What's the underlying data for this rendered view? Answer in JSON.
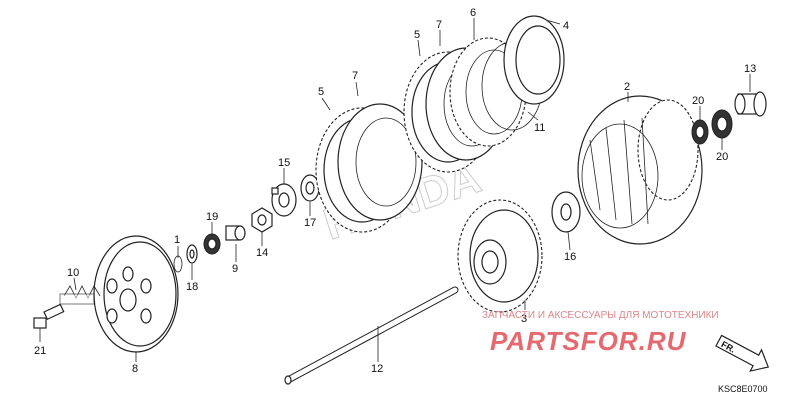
{
  "diagram": {
    "callouts": [
      {
        "id": "c1",
        "text": "1"
      },
      {
        "id": "c2",
        "text": "2"
      },
      {
        "id": "c3",
        "text": "3"
      },
      {
        "id": "c4",
        "text": "4"
      },
      {
        "id": "c5a",
        "text": "5"
      },
      {
        "id": "c5b",
        "text": "5"
      },
      {
        "id": "c6",
        "text": "6"
      },
      {
        "id": "c7a",
        "text": "7"
      },
      {
        "id": "c7b",
        "text": "7"
      },
      {
        "id": "c8",
        "text": "8"
      },
      {
        "id": "c9",
        "text": "9"
      },
      {
        "id": "c10",
        "text": "10"
      },
      {
        "id": "c11",
        "text": "11"
      },
      {
        "id": "c12",
        "text": "12"
      },
      {
        "id": "c13",
        "text": "13"
      },
      {
        "id": "c14",
        "text": "14"
      },
      {
        "id": "c15",
        "text": "15"
      },
      {
        "id": "c16",
        "text": "16"
      },
      {
        "id": "c17",
        "text": "17"
      },
      {
        "id": "c18",
        "text": "18"
      },
      {
        "id": "c19",
        "text": "19"
      },
      {
        "id": "c20a",
        "text": "20"
      },
      {
        "id": "c20b",
        "text": "20"
      },
      {
        "id": "c21",
        "text": "21"
      }
    ],
    "direction_label": "FR.",
    "diagram_code": "KSC8E0700",
    "watermark_brand": "HONDA"
  },
  "watermark": {
    "tagline": "ЗАПЧАСТИ И АКСЕССУАРЫ ДЛЯ МОТОТЕХНИКИ",
    "site": "PARTSFOR.RU",
    "color": "#e46a70"
  }
}
